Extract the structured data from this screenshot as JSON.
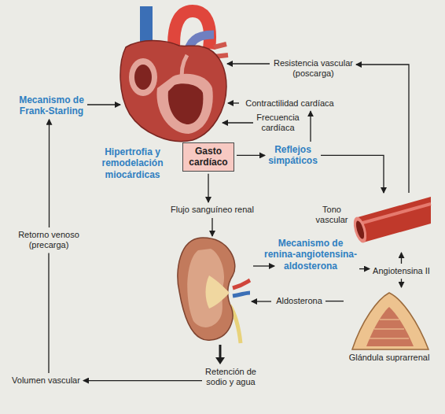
{
  "diagram": {
    "nodes": [
      {
        "text": [
          "Mecanismo de Frank-Starling"
        ]
      },
      {
        "text": [
          "Resistencia vascular (poscarga)"
        ]
      },
      {
        "text": [
          "Contractilidad cardíaca"
        ]
      },
      {
        "text": [
          "Frecuencia cardíaca"
        ]
      },
      {
        "text": [
          "Gasto cardíaco"
        ]
      },
      {
        "text": [
          "Reflejos simpáticos"
        ]
      },
      {
        "text": [
          "Hipertrofia y remodelación miocárdicas"
        ]
      },
      {
        "text": [
          "Flujo sanguíneo renal"
        ]
      },
      {
        "text": [
          "Tono vascular"
        ]
      },
      {
        "text": [
          "Retorno venoso (precarga)"
        ]
      },
      {
        "text": [
          "Mecanismo de renina-angiotensina-aldosterona"
        ]
      },
      {
        "text": [
          "Angiotensina II"
        ]
      },
      {
        "text": [
          "Aldosterona"
        ]
      },
      {
        "text": [
          "Glándula suprarrenal"
        ]
      },
      {
        "text": [
          "Retención de sodio y agua"
        ]
      },
      {
        "text": [
          "Volumen vascular"
        ]
      }
    ],
    "edges": [
      {
        "from": 4,
        "to": 5,
        "arrow": "to"
      },
      {
        "from": 5,
        "to": 2,
        "arrow": "to"
      },
      {
        "from": 5,
        "to": 8,
        "arrow": "to"
      },
      {
        "from": 8,
        "to": 1,
        "arrow": "to"
      },
      {
        "from": 4,
        "to": 7,
        "arrow": "to"
      },
      {
        "from": 10,
        "to": 11,
        "arrow": "to"
      },
      {
        "from": 11,
        "to": 8,
        "arrow": "to"
      },
      {
        "from": 11,
        "to": 13,
        "arrow": "to"
      },
      {
        "from": 13,
        "to": 12,
        "arrow": "none"
      },
      {
        "from": 14,
        "to": 15,
        "arrow": "to"
      },
      {
        "from": 15,
        "to": 9,
        "arrow": "none"
      },
      {
        "from": 9,
        "to": 0,
        "arrow": "to"
      }
    ]
  }
}
